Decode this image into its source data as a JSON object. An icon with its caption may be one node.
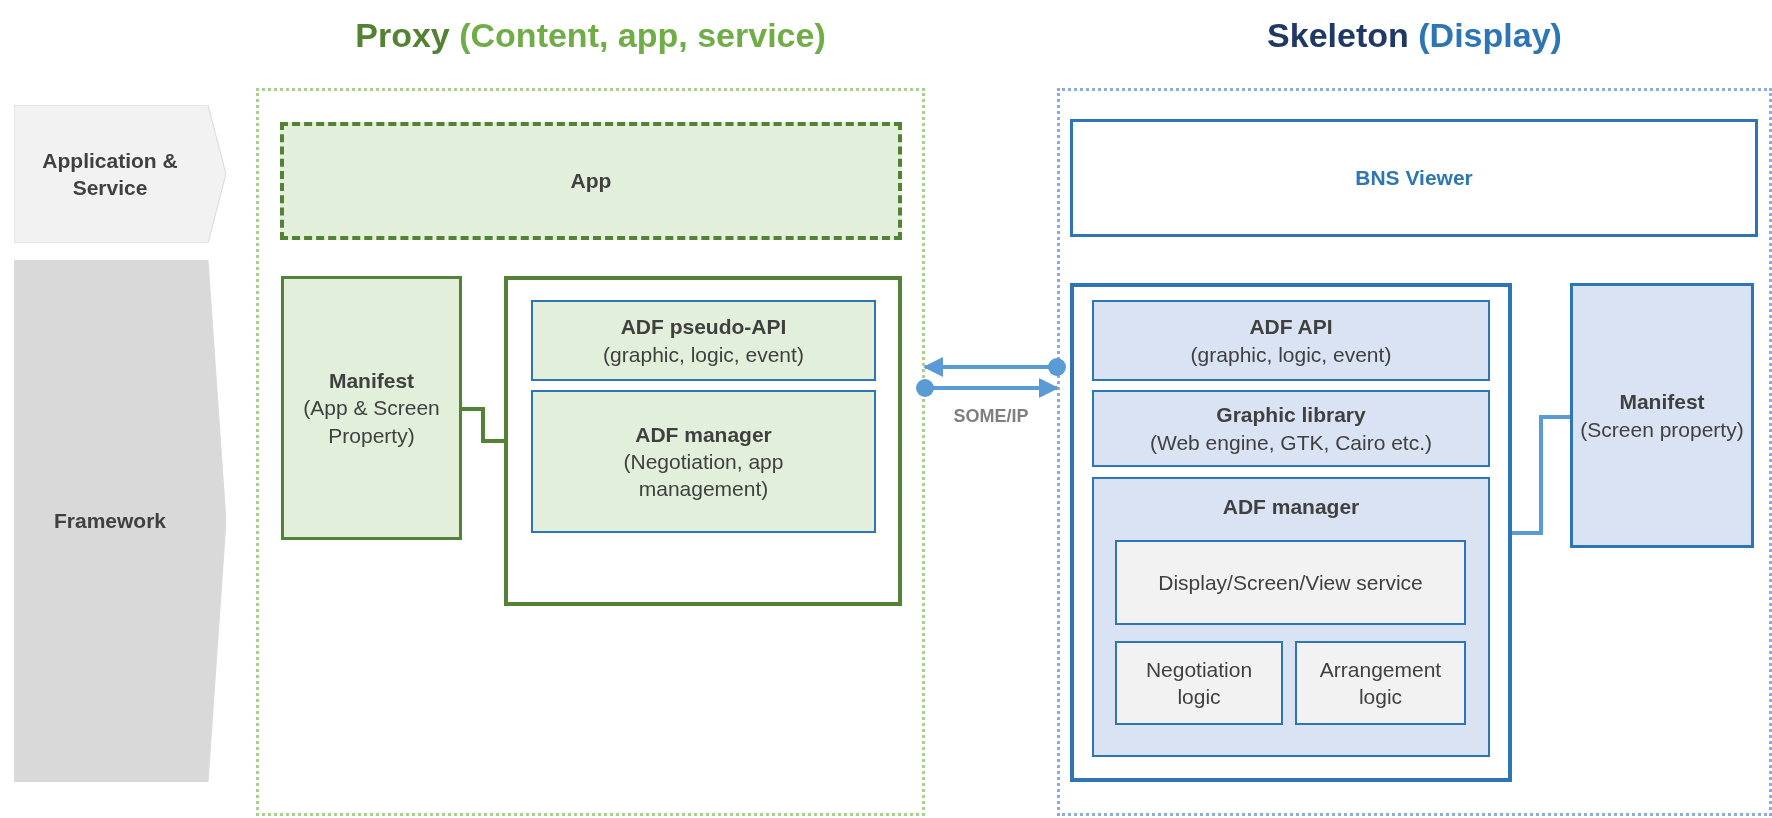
{
  "diagram": {
    "nodes": [
      {
        "text": [
          "Application & Service"
        ]
      },
      {
        "text": [
          "Framework"
        ]
      },
      {
        "text": [
          "Proxy",
          "(Content, app, service)"
        ]
      },
      {
        "text": [
          "App"
        ],
        "in": 2
      },
      {
        "text": [
          "Manifest",
          "(App & Screen Property)"
        ],
        "in": 2
      },
      {
        "text": [],
        "shape": "box",
        "in": 2
      },
      {
        "text": [
          "ADF pseudo-API",
          "(graphic, logic, event)"
        ],
        "in": 5
      },
      {
        "text": [
          "ADF manager",
          "(Negotiation, app management)"
        ],
        "in": 5
      },
      {
        "text": [
          "Skeleton",
          "(Display)"
        ]
      },
      {
        "text": [
          "BNS Viewer"
        ],
        "in": 8
      },
      {
        "text": [],
        "shape": "box",
        "in": 8
      },
      {
        "text": [
          "ADF API",
          "(graphic, logic, event)"
        ],
        "in": 10
      },
      {
        "text": [
          "Graphic library",
          "(Web engine, GTK, Cairo etc.)"
        ],
        "in": 10
      },
      {
        "text": [
          "ADF manager"
        ],
        "in": 10
      },
      {
        "text": [
          "Display/Screen/View service"
        ],
        "in": 13
      },
      {
        "text": [
          "Negotiation logic"
        ],
        "in": 13
      },
      {
        "text": [
          "Arrangement logic"
        ],
        "in": 13
      },
      {
        "text": [
          "Manifest",
          "(Screen property)"
        ],
        "in": 8
      }
    ],
    "edges": [
      {
        "from": 4,
        "to": 5,
        "arrow": "none",
        "color": "#548235"
      },
      {
        "from": 8,
        "to": 2,
        "arrow": "to"
      },
      {
        "from": 2,
        "to": 8,
        "arrow": "to",
        "label": "SOME/IP"
      },
      {
        "from": 10,
        "to": 17,
        "arrow": "none"
      }
    ]
  }
}
